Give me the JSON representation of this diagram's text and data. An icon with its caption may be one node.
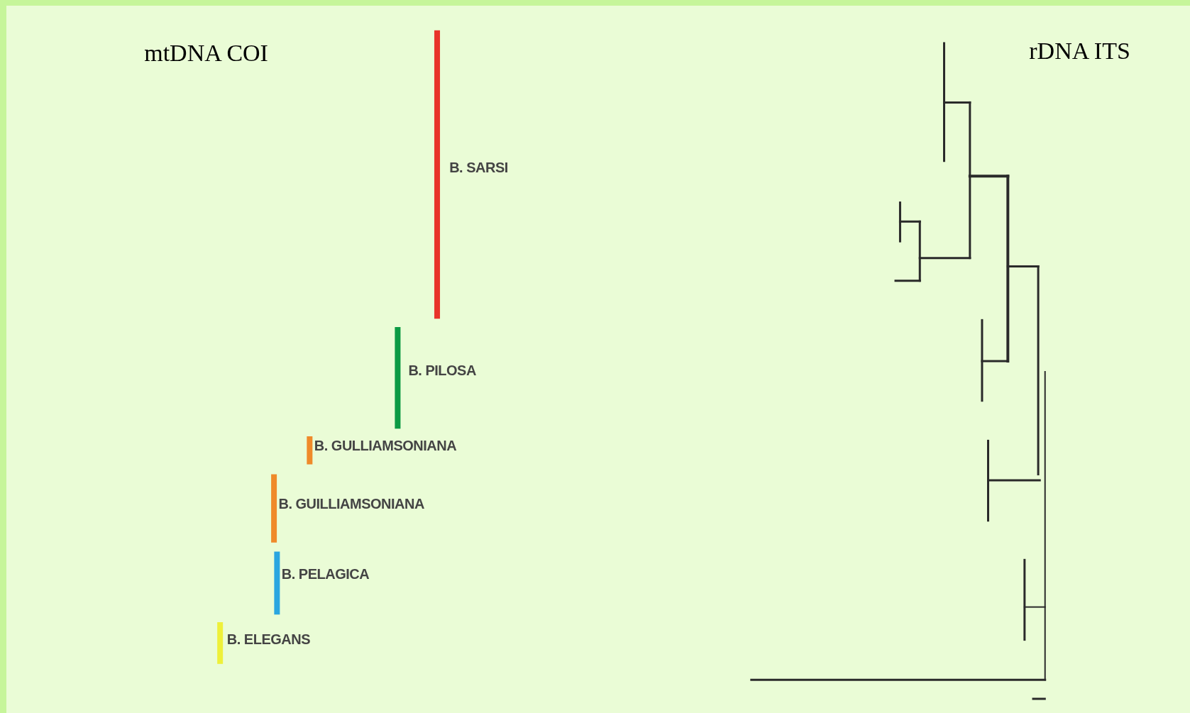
{
  "diagram": {
    "labels": [
      "mtDNA COI",
      "rDNA ITS",
      "B. SARSI",
      "B. PILOSA",
      "B. GULLIAMSONIANA",
      "B. GUILLIAMSONIANA",
      "B. PELAGICA",
      "B. ELEGANS"
    ]
  }
}
